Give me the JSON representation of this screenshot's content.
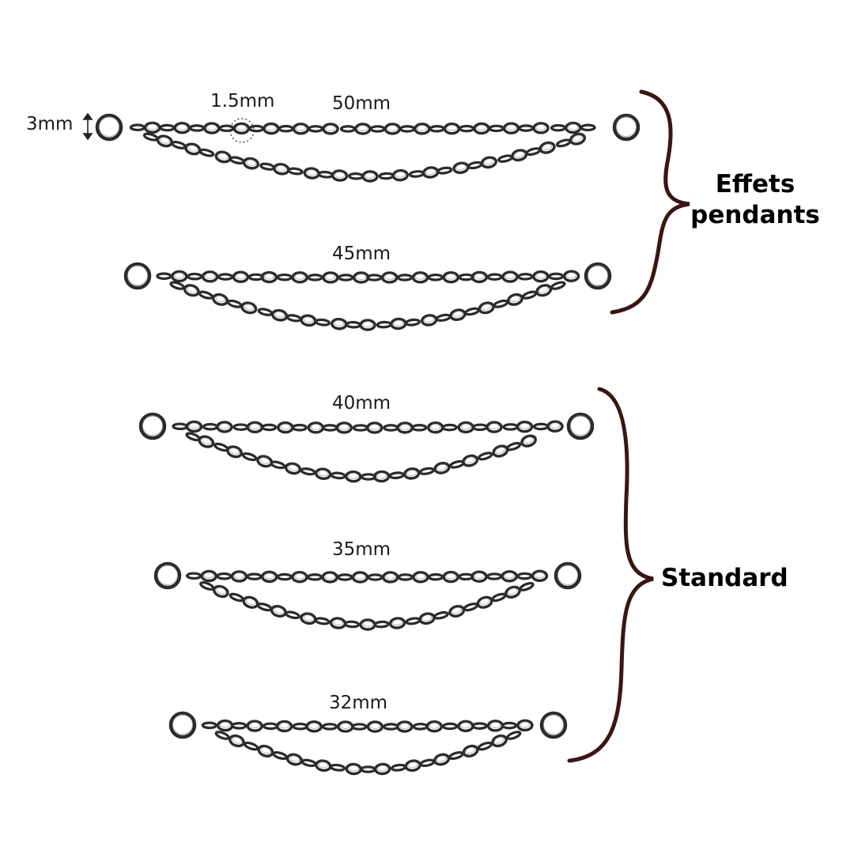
{
  "dimension_labels": {
    "thickness": "3mm",
    "link_width": "1.5mm"
  },
  "chains": [
    {
      "id": "50",
      "length_label": "50mm"
    },
    {
      "id": "45",
      "length_label": "45mm"
    },
    {
      "id": "40",
      "length_label": "40mm"
    },
    {
      "id": "35",
      "length_label": "35mm"
    },
    {
      "id": "32",
      "length_label": "32mm"
    }
  ],
  "groups": {
    "pendant": {
      "line1": "Effets",
      "line2": "pendants"
    },
    "standard": {
      "label": "Standard"
    }
  },
  "colors": {
    "chain_metal": "#2b2b2b",
    "chain_highlight": "#8a8a8a",
    "brace": "#3b1414",
    "text": "#1a1a1a"
  }
}
